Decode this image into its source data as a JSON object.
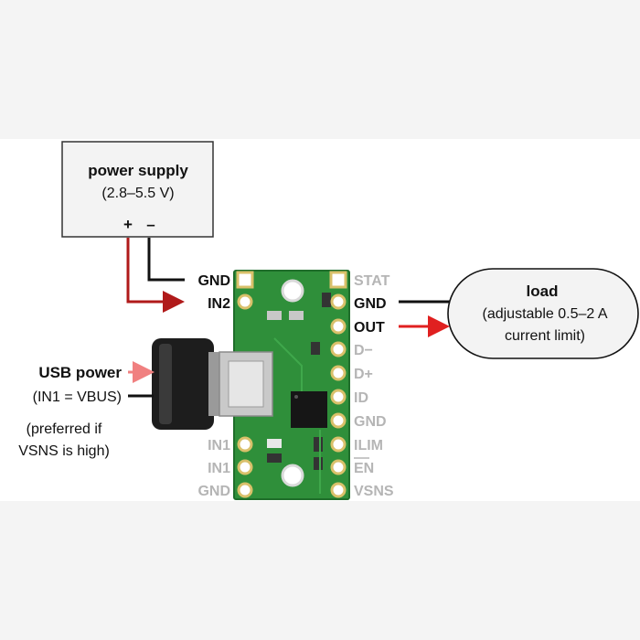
{
  "power_supply": {
    "title": "power supply",
    "range": "(2.8–5.5 V)",
    "plus": "+",
    "minus": "–"
  },
  "load": {
    "title": "load",
    "line1": "(adjustable 0.5–2 A",
    "line2": "current limit)"
  },
  "usb": {
    "title": "USB power",
    "subtitle": "(IN1 = VBUS)",
    "note_line1": "(preferred if",
    "note_line2": "VSNS is high)"
  },
  "pins_left": {
    "gnd_top": "GND",
    "in2": "IN2",
    "in1_a": "IN1",
    "in1_b": "IN1",
    "gnd_bottom": "GND"
  },
  "pins_right": {
    "stat": "STAT",
    "gnd": "GND",
    "out": "OUT",
    "d_minus": "D−",
    "d_plus": "D+",
    "id": "ID",
    "gnd2": "GND",
    "ilim": "ILIM",
    "en": "EN",
    "vsns": "VSNS"
  },
  "colors": {
    "band": "#f4f4f4",
    "pcb": "#2f8f3a",
    "pcb_dark": "#1f6d2a",
    "wire_red": "#b01a1a",
    "arrow_red": "#e02020",
    "arrow_pink": "#f08080",
    "text_active": "#111111",
    "text_inactive": "#b5b5b5"
  }
}
